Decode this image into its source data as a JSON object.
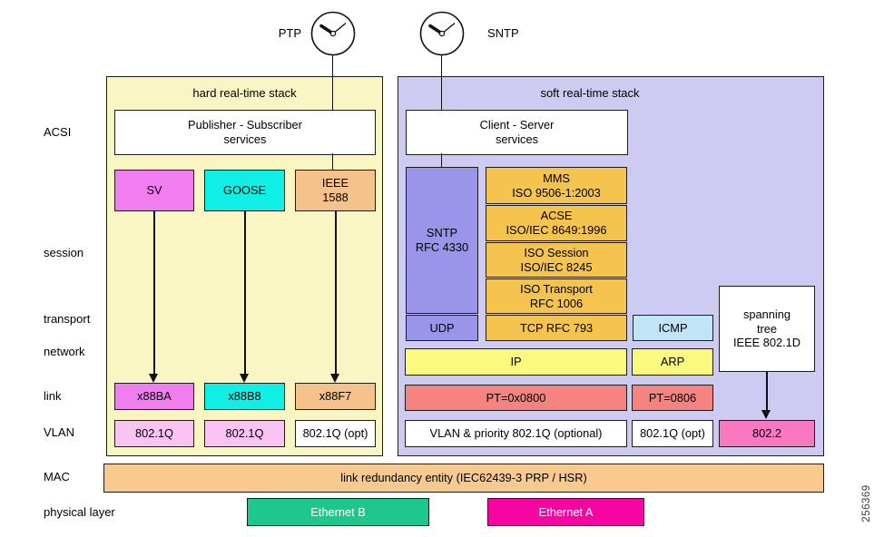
{
  "figure": {
    "side_number": "256369"
  },
  "clocks": {
    "ptp_label": "PTP",
    "sntp_label": "SNTP"
  },
  "layers": [
    "ACSI",
    "session",
    "transport",
    "network",
    "link",
    "VLAN",
    "MAC",
    "physical layer"
  ],
  "hard_stack": {
    "title": "hard real-time stack",
    "acsi_box": "Publisher - Subscriber\nservices",
    "sv": "SV",
    "goose": "GOOSE",
    "ieee1588": "IEEE\n1588",
    "link_sv": "x88BA",
    "link_goose": "x88B8",
    "link_ieee": "x88F7",
    "vlan_sv": "802.1Q",
    "vlan_goose": "802.1Q",
    "vlan_ieee": "802.1Q (opt)"
  },
  "soft_stack": {
    "title": "soft real-time stack",
    "acsi_box": "Client - Server\nservices",
    "sntp_box": "SNTP\nRFC 4330",
    "mms": "MMS\nISO 9506-1:2003",
    "acse": "ACSE\nISO/IEC 8649:1996",
    "iso_session": "ISO Session\nISO/IEC 8245",
    "iso_transport": "ISO Transport\nRFC 1006",
    "udp": "UDP",
    "tcp": "TCP RFC 793",
    "icmp": "ICMP",
    "ip": "IP",
    "arp": "ARP",
    "pt_ip": "PT=0x0800",
    "pt_arp": "PT=0806",
    "vlan_main": "VLAN & priority 802.1Q (optional)",
    "vlan_opt": "802.1Q (opt)",
    "spanning_tree": "spanning\ntree\nIEEE 802.1D",
    "l8022": "802.2"
  },
  "bottom": {
    "mac_bar": "link redundancy entity (IEC62439-3 PRP / HSR)",
    "ethernet_b": "Ethernet B",
    "ethernet_a": "Ethernet A"
  },
  "colors": {
    "hard_stack_bg": "#FAF6C3",
    "soft_stack_bg": "#CECBF2",
    "sv_magenta": "#F07EEF",
    "goose_cyan": "#10EFE6",
    "ieee_peach": "#F6C28C",
    "vlan_pink": "#F9C3F4",
    "sntp_purple": "#9B94EB",
    "mms_gold": "#F5C44F",
    "icmp_blue": "#C1E5F7",
    "ip_yellow": "#FBFA7E",
    "pt_salmon": "#F5837F",
    "l8022_pink": "#F878C2",
    "mac_orange": "#F9CA90",
    "ethernet_b_green": "#1DC78D",
    "ethernet_a_magenta": "#F506A1"
  }
}
